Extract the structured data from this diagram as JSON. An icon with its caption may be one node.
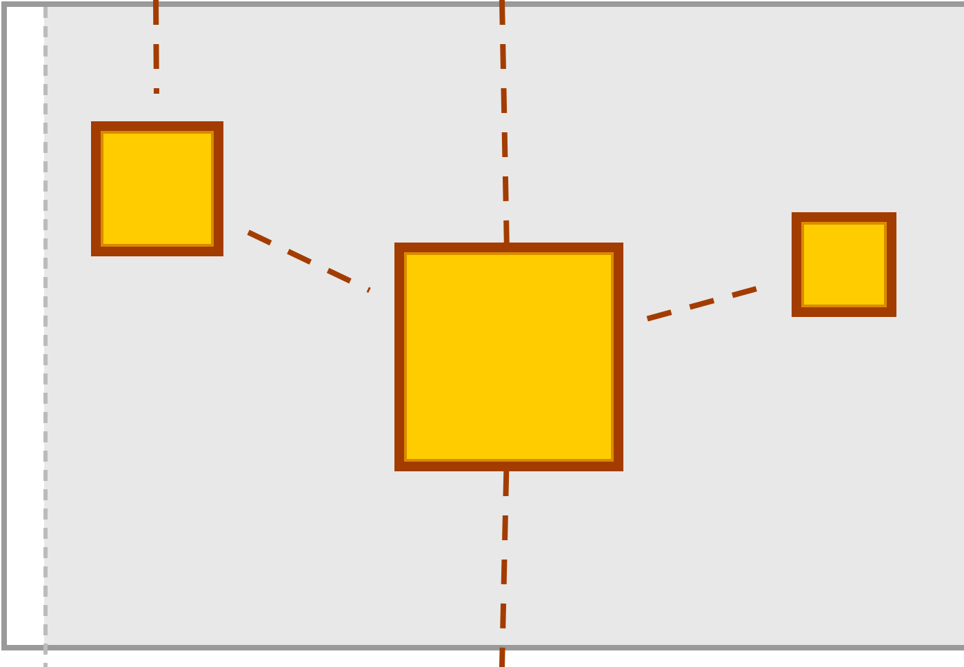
{
  "diagram": {
    "nodes": [
      {
        "text": [],
        "shape": "box"
      },
      {
        "text": [],
        "shape": "box"
      },
      {
        "text": [],
        "shape": "box"
      }
    ],
    "edges": [
      {
        "from": null,
        "to": 0,
        "arrow": "none",
        "style": "dashed"
      },
      {
        "from": null,
        "to": 1,
        "arrow": "none",
        "style": "dashed"
      },
      {
        "from": 0,
        "to": 1,
        "arrow": "none",
        "style": "dashed"
      },
      {
        "from": 1,
        "to": 2,
        "arrow": "none",
        "style": "dashed"
      },
      {
        "from": 1,
        "to": null,
        "arrow": "none",
        "style": "dashed"
      }
    ]
  }
}
